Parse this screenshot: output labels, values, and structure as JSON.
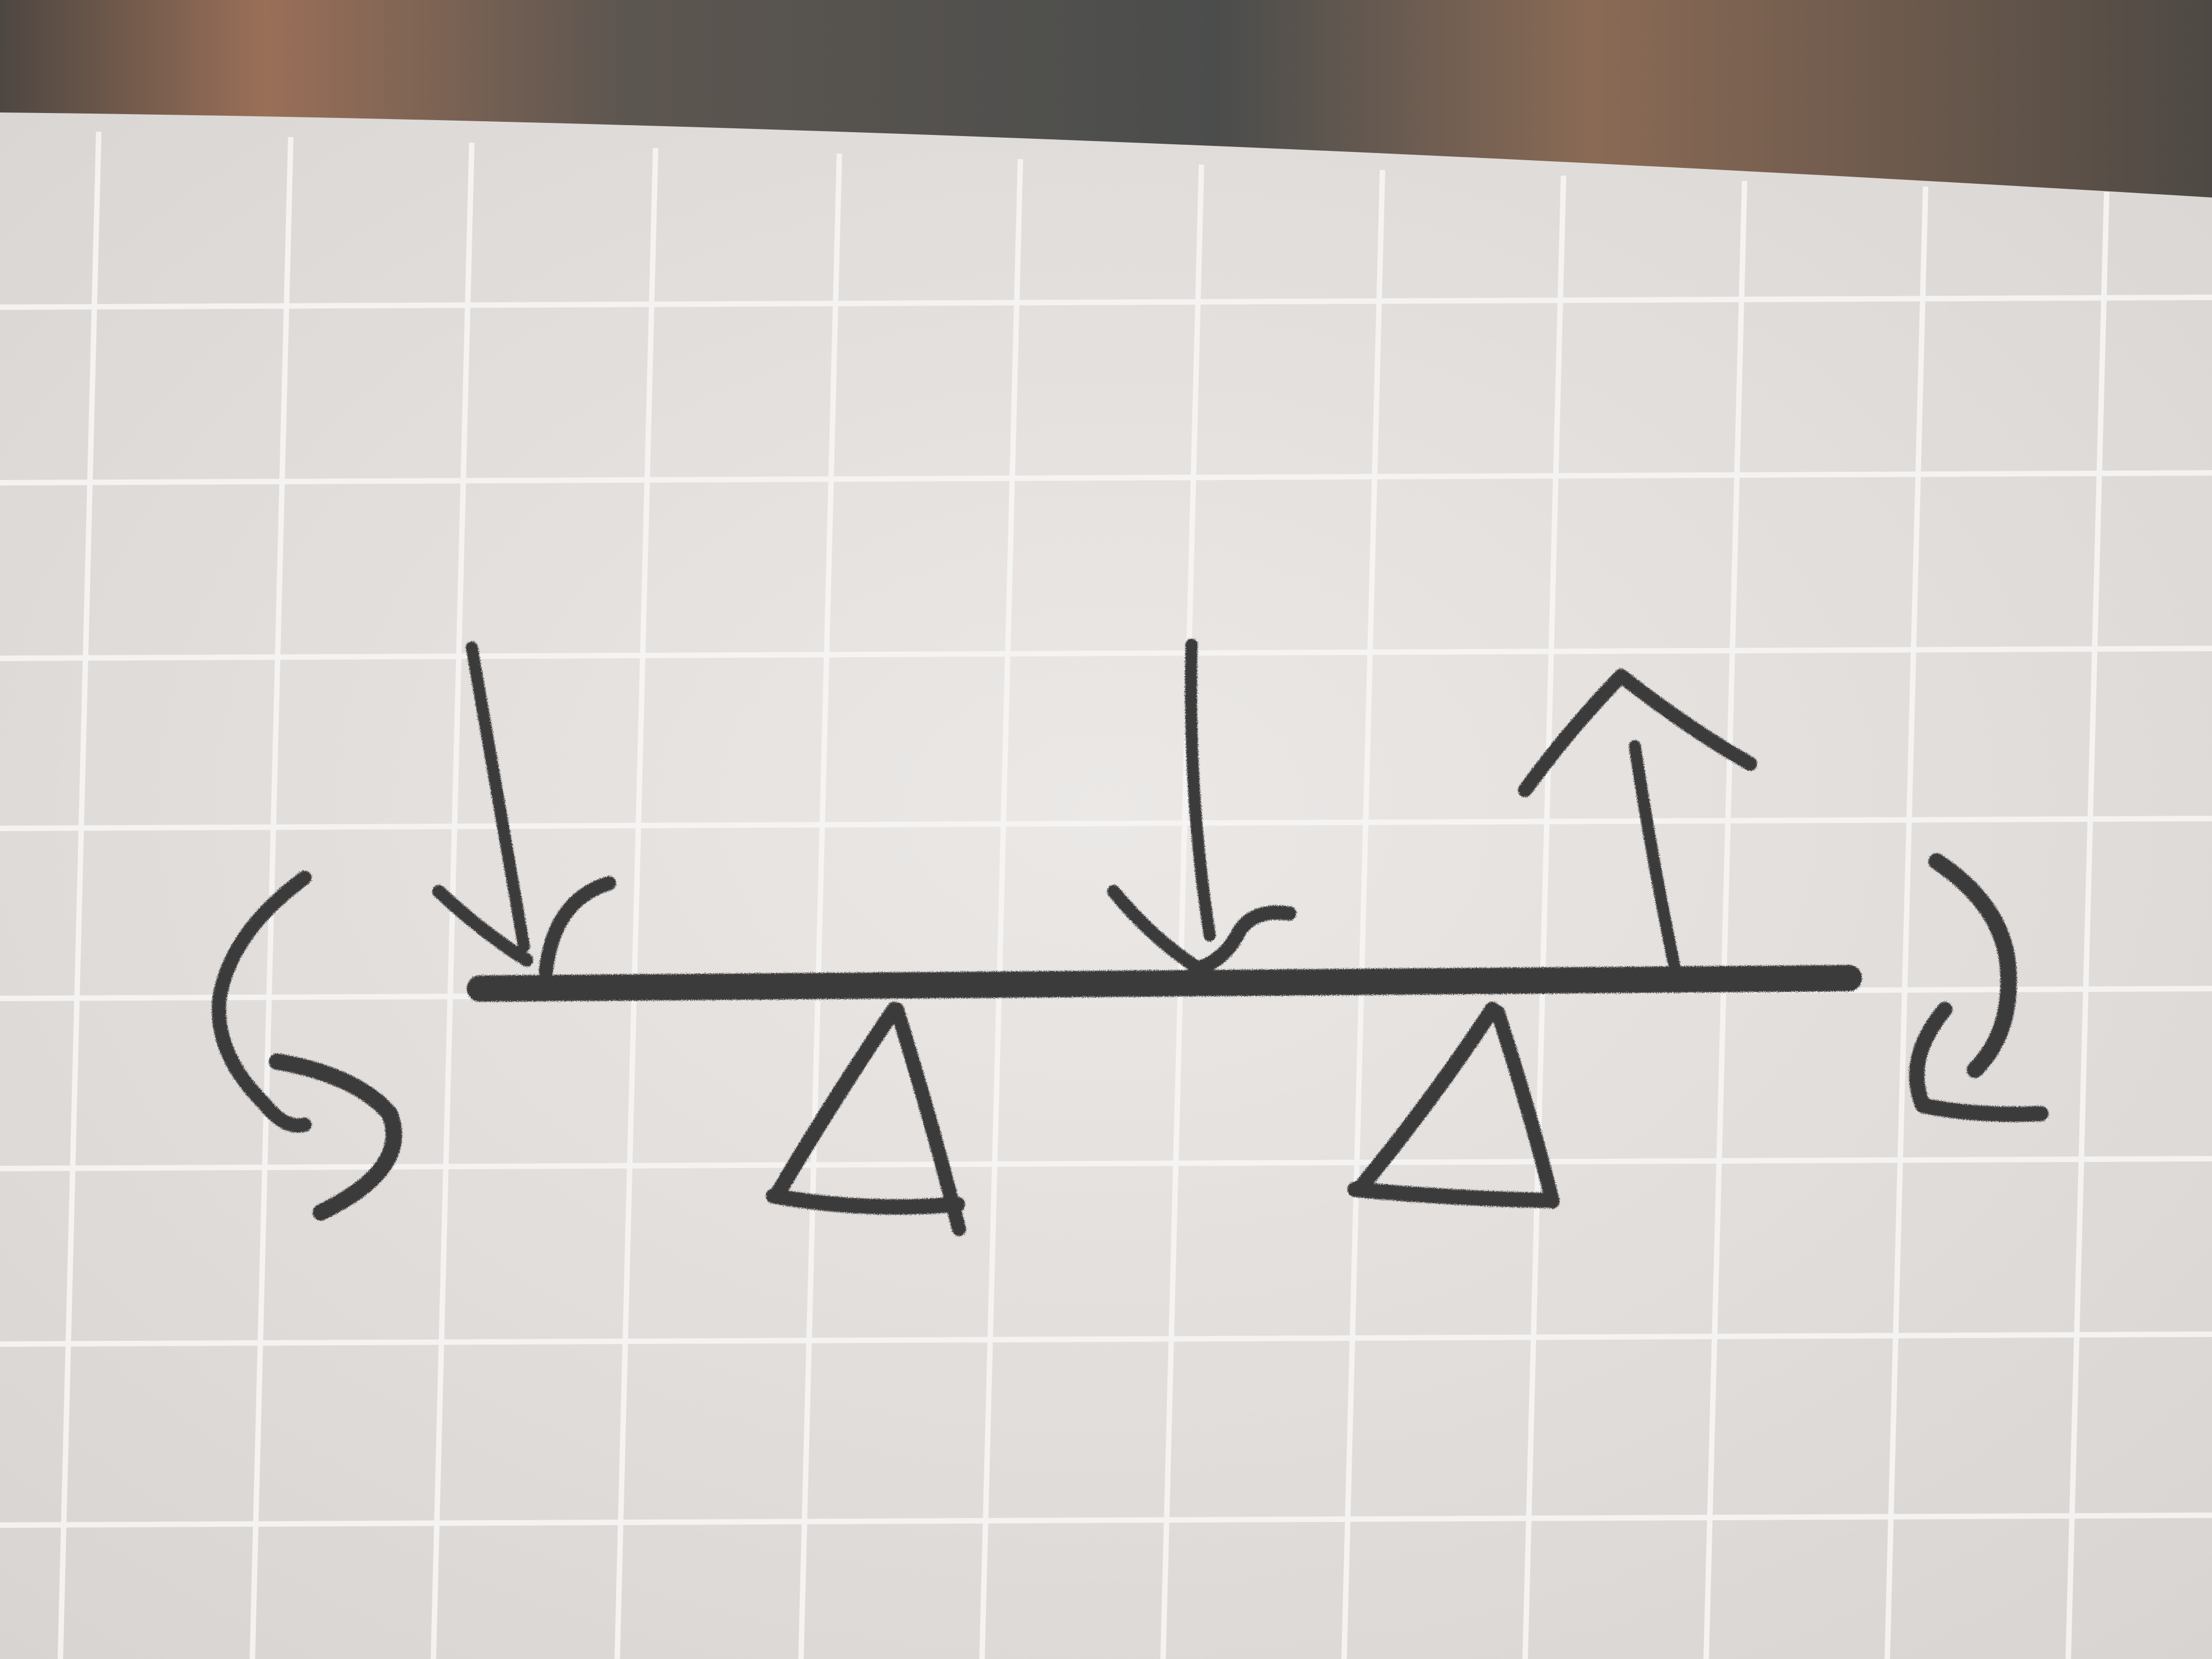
{
  "scene": {
    "description_labels": [],
    "colors": {
      "background_top": "#6b625a",
      "paper": "#e6e3e1",
      "paper_shadow": "#d7d3d1",
      "grid": "#f7f6f5",
      "pencil": "#3b3b3b"
    }
  },
  "diagram": {
    "beam": {
      "name": "beam"
    },
    "loads": [
      {
        "name": "downward-load-left",
        "direction": "down"
      },
      {
        "name": "downward-load-middle",
        "direction": "down"
      },
      {
        "name": "upward-load-right",
        "direction": "up"
      }
    ],
    "supports": [
      {
        "name": "pin-support-left",
        "shape": "triangle"
      },
      {
        "name": "pin-support-right",
        "shape": "triangle"
      }
    ],
    "moments": [
      {
        "name": "moment-left",
        "rotation": "counterclockwise"
      },
      {
        "name": "moment-right",
        "rotation": "clockwise"
      }
    ]
  }
}
